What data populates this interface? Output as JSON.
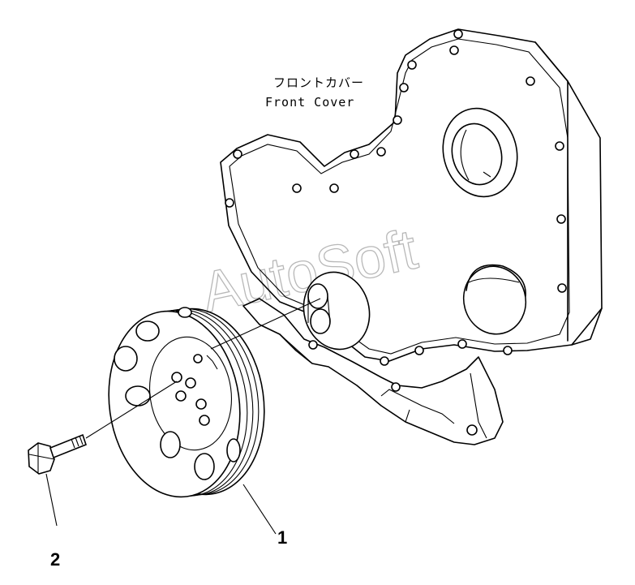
{
  "labels": {
    "front_cover_jp": "フロントカバー",
    "front_cover_en": "Front Cover"
  },
  "watermark": "AutoSoft",
  "callouts": [
    {
      "id": "1",
      "text": "1",
      "part": "pulley"
    },
    {
      "id": "2",
      "text": "2",
      "part": "bolt"
    }
  ]
}
